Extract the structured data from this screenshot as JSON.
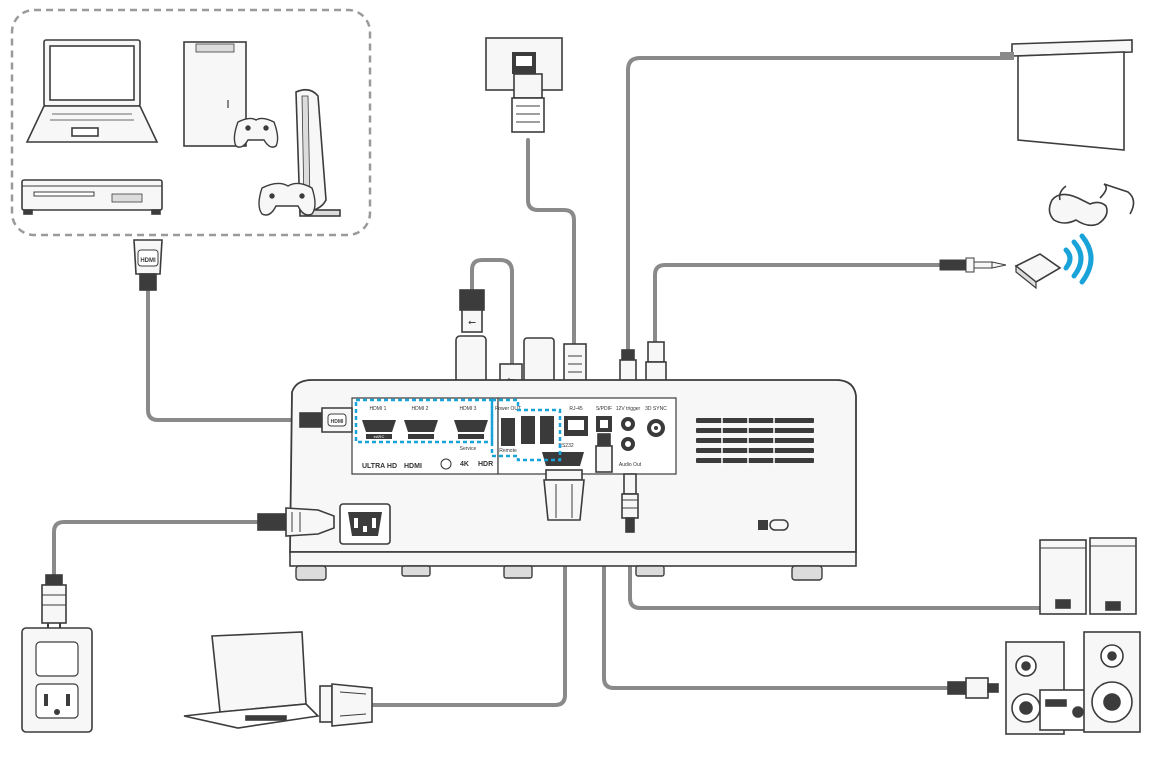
{
  "port_labels": {
    "hdmi1": "HDMI 1",
    "hdmi2": "HDMI 2",
    "hdmi3": "HDMI 3",
    "power_out": "Power OUT",
    "rj45": "RJ-45",
    "spdif": "S/PDIF",
    "trigger": "12V trigger",
    "sync3d": "3D SYNC",
    "rs232": "RS232",
    "audio_out": "Audio Out",
    "service": "Service",
    "remote": "Remote",
    "earc": "eARC"
  },
  "logos": {
    "ultrahd": "ULTRA HD",
    "hdmi": "HDMI",
    "k4": "4K",
    "hdr": "HDR"
  },
  "colors": {
    "line": "#3c3c3c",
    "cable": "#8a8a8a",
    "highlight": "#1aa3d9",
    "wireless": "#1aa3d9",
    "port_fill": "#3a3a3a",
    "device_fill": "#f7f7f7"
  }
}
